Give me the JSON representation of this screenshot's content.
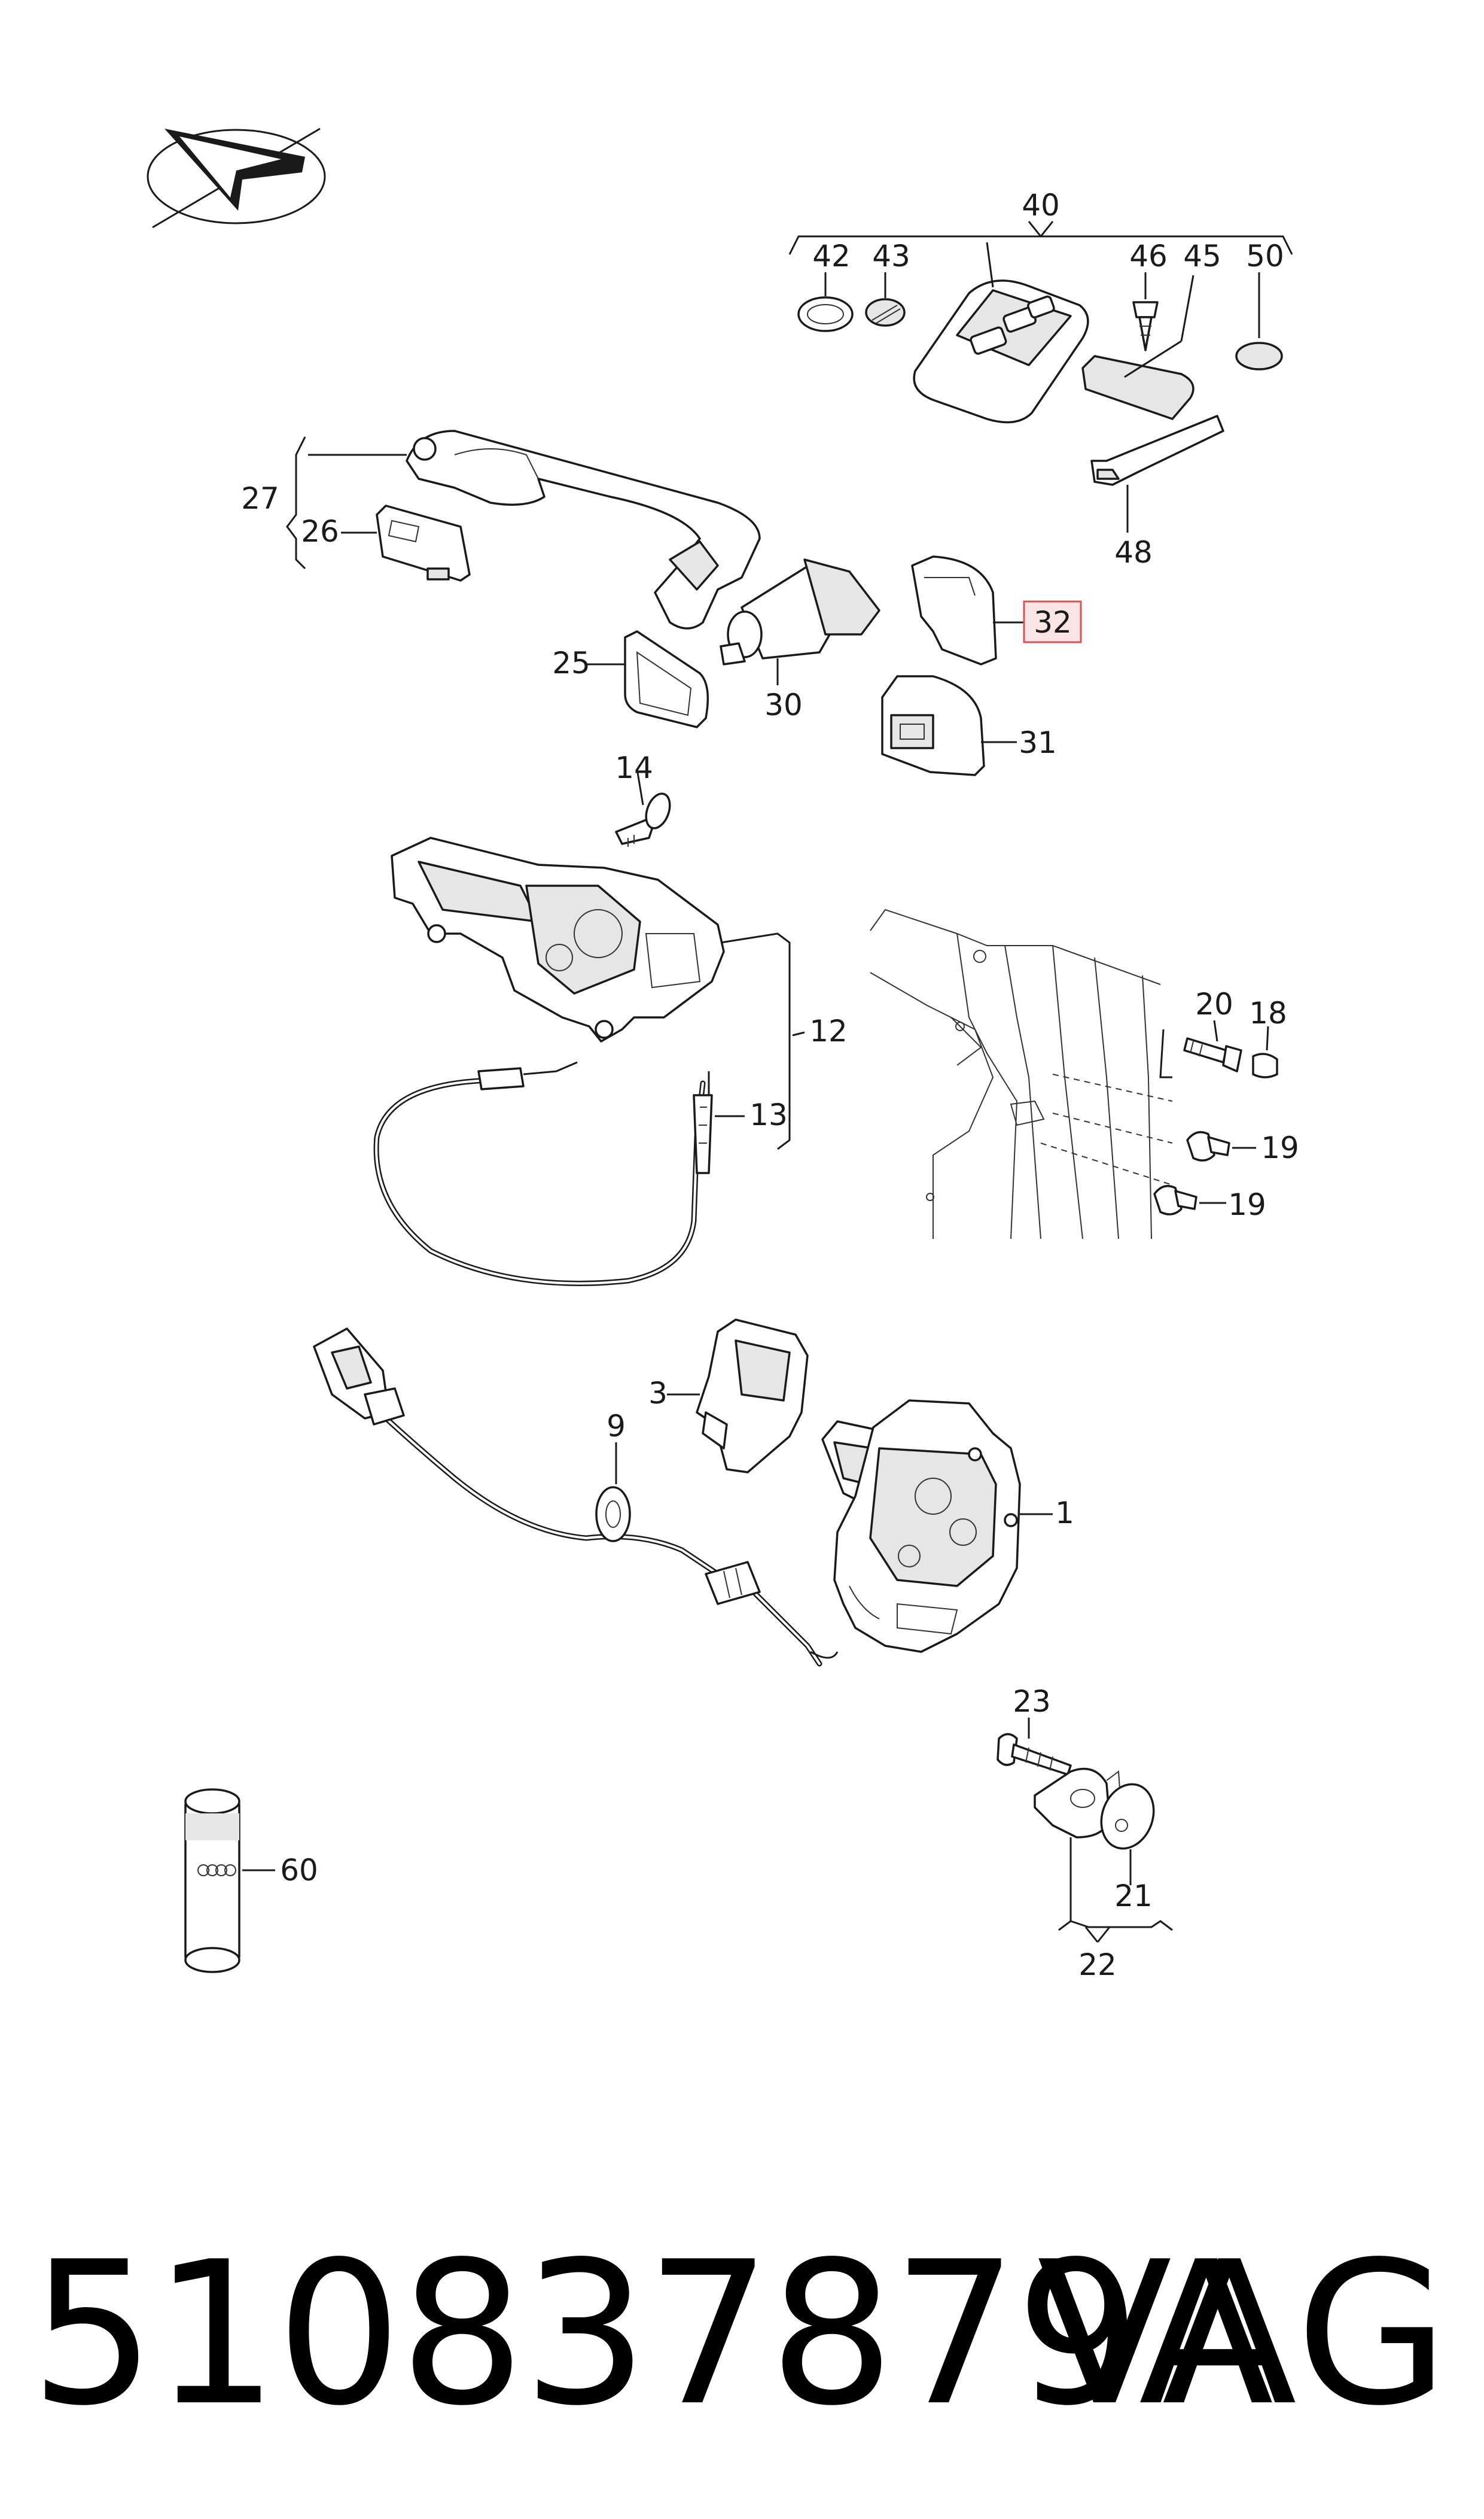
{
  "diagram": {
    "highlight_color": "#d9534f",
    "callouts": [
      {
        "id": "40",
        "label": "40"
      },
      {
        "id": "42",
        "label": "42"
      },
      {
        "id": "43",
        "label": "43"
      },
      {
        "id": "46",
        "label": "46"
      },
      {
        "id": "45",
        "label": "45"
      },
      {
        "id": "50",
        "label": "50"
      },
      {
        "id": "48",
        "label": "48"
      },
      {
        "id": "27",
        "label": "27"
      },
      {
        "id": "26",
        "label": "26"
      },
      {
        "id": "25",
        "label": "25"
      },
      {
        "id": "30",
        "label": "30"
      },
      {
        "id": "32",
        "label": "32",
        "highlighted": true
      },
      {
        "id": "31",
        "label": "31"
      },
      {
        "id": "14",
        "label": "14"
      },
      {
        "id": "12",
        "label": "12"
      },
      {
        "id": "13",
        "label": "13"
      },
      {
        "id": "20",
        "label": "20"
      },
      {
        "id": "18",
        "label": "18"
      },
      {
        "id": "19a",
        "label": "19"
      },
      {
        "id": "19b",
        "label": "19"
      },
      {
        "id": "3",
        "label": "3"
      },
      {
        "id": "9",
        "label": "9"
      },
      {
        "id": "1",
        "label": "1"
      },
      {
        "id": "23",
        "label": "23"
      },
      {
        "id": "21",
        "label": "21"
      },
      {
        "id": "22",
        "label": "22"
      },
      {
        "id": "60",
        "label": "60"
      }
    ]
  },
  "footer": {
    "part_number": "510837879A",
    "brand": "VAG"
  }
}
